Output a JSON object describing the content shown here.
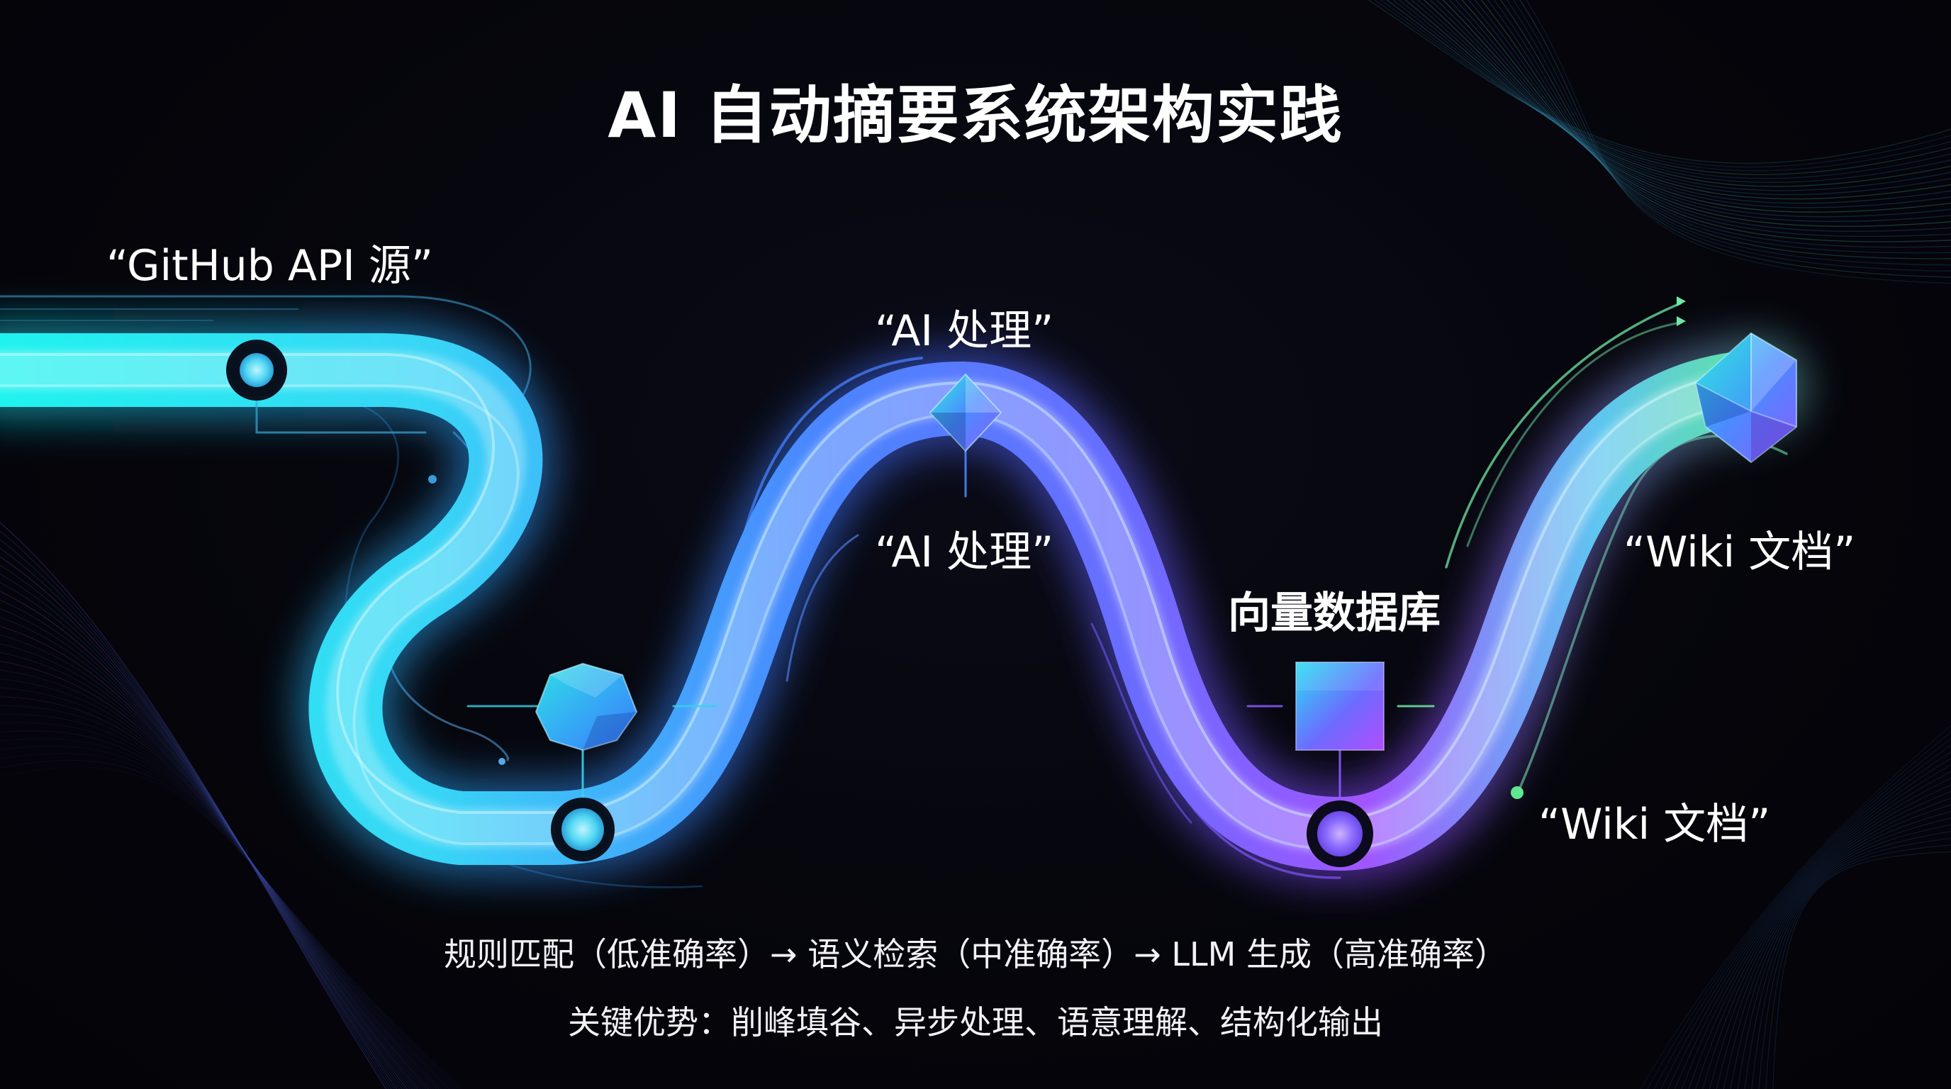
{
  "title": "AI 自动摘要系统架构实践",
  "nodes": {
    "source": {
      "label": "“GitHub API 源”"
    },
    "ai_top": {
      "label": "“AI 处理”"
    },
    "ai_mid": {
      "label": "“AI 处理”"
    },
    "vector_db": {
      "label": "向量数据库"
    },
    "wiki_top": {
      "label": "“Wiki 文档”"
    },
    "wiki_bottom": {
      "label": "“Wiki 文档”"
    }
  },
  "captions": {
    "pipeline": "规则匹配（低准确率）→ 语义检索（中准确率）→ LLM 生成（高准确率）",
    "advantages": "关键优势：削峰填谷、异步处理、语意理解、结构化输出"
  },
  "colors": {
    "background": "#05050b",
    "cyan": "#22e6f0",
    "blue": "#4a7dff",
    "purple": "#9a52ff",
    "green": "#5fe88f",
    "text": "#ffffff"
  }
}
